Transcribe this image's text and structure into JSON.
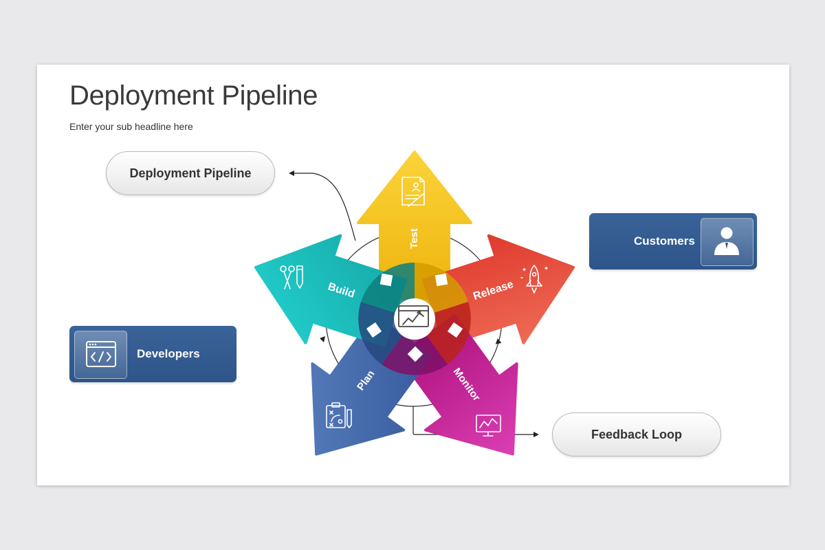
{
  "slide": {
    "title": "Deployment Pipeline",
    "subtitle": "Enter your sub headline here"
  },
  "callouts": {
    "top_left_pill": "Deployment Pipeline",
    "bottom_right_pill": "Feedback Loop",
    "customers_label": "Customers",
    "developers_label": "Developers"
  },
  "stages": [
    {
      "label": "Test",
      "icon": "document-icon",
      "color": "#f3c01a"
    },
    {
      "label": "Release",
      "icon": "rocket-icon",
      "color": "#e2473c"
    },
    {
      "label": "Monitor",
      "icon": "monitor-chart-icon",
      "color": "#c71b97"
    },
    {
      "label": "Plan",
      "icon": "strategy-board-icon",
      "color": "#3d64a3"
    },
    {
      "label": "Build",
      "icon": "tools-icon",
      "color": "#19bcb9"
    }
  ],
  "center_icon": "growth-chart-icon",
  "icons": {
    "customers": "user-icon",
    "developers": "code-window-icon"
  },
  "colors": {
    "title": "#3a3a3a",
    "blue_box": "#335b91",
    "background": "#e9e8ea"
  }
}
